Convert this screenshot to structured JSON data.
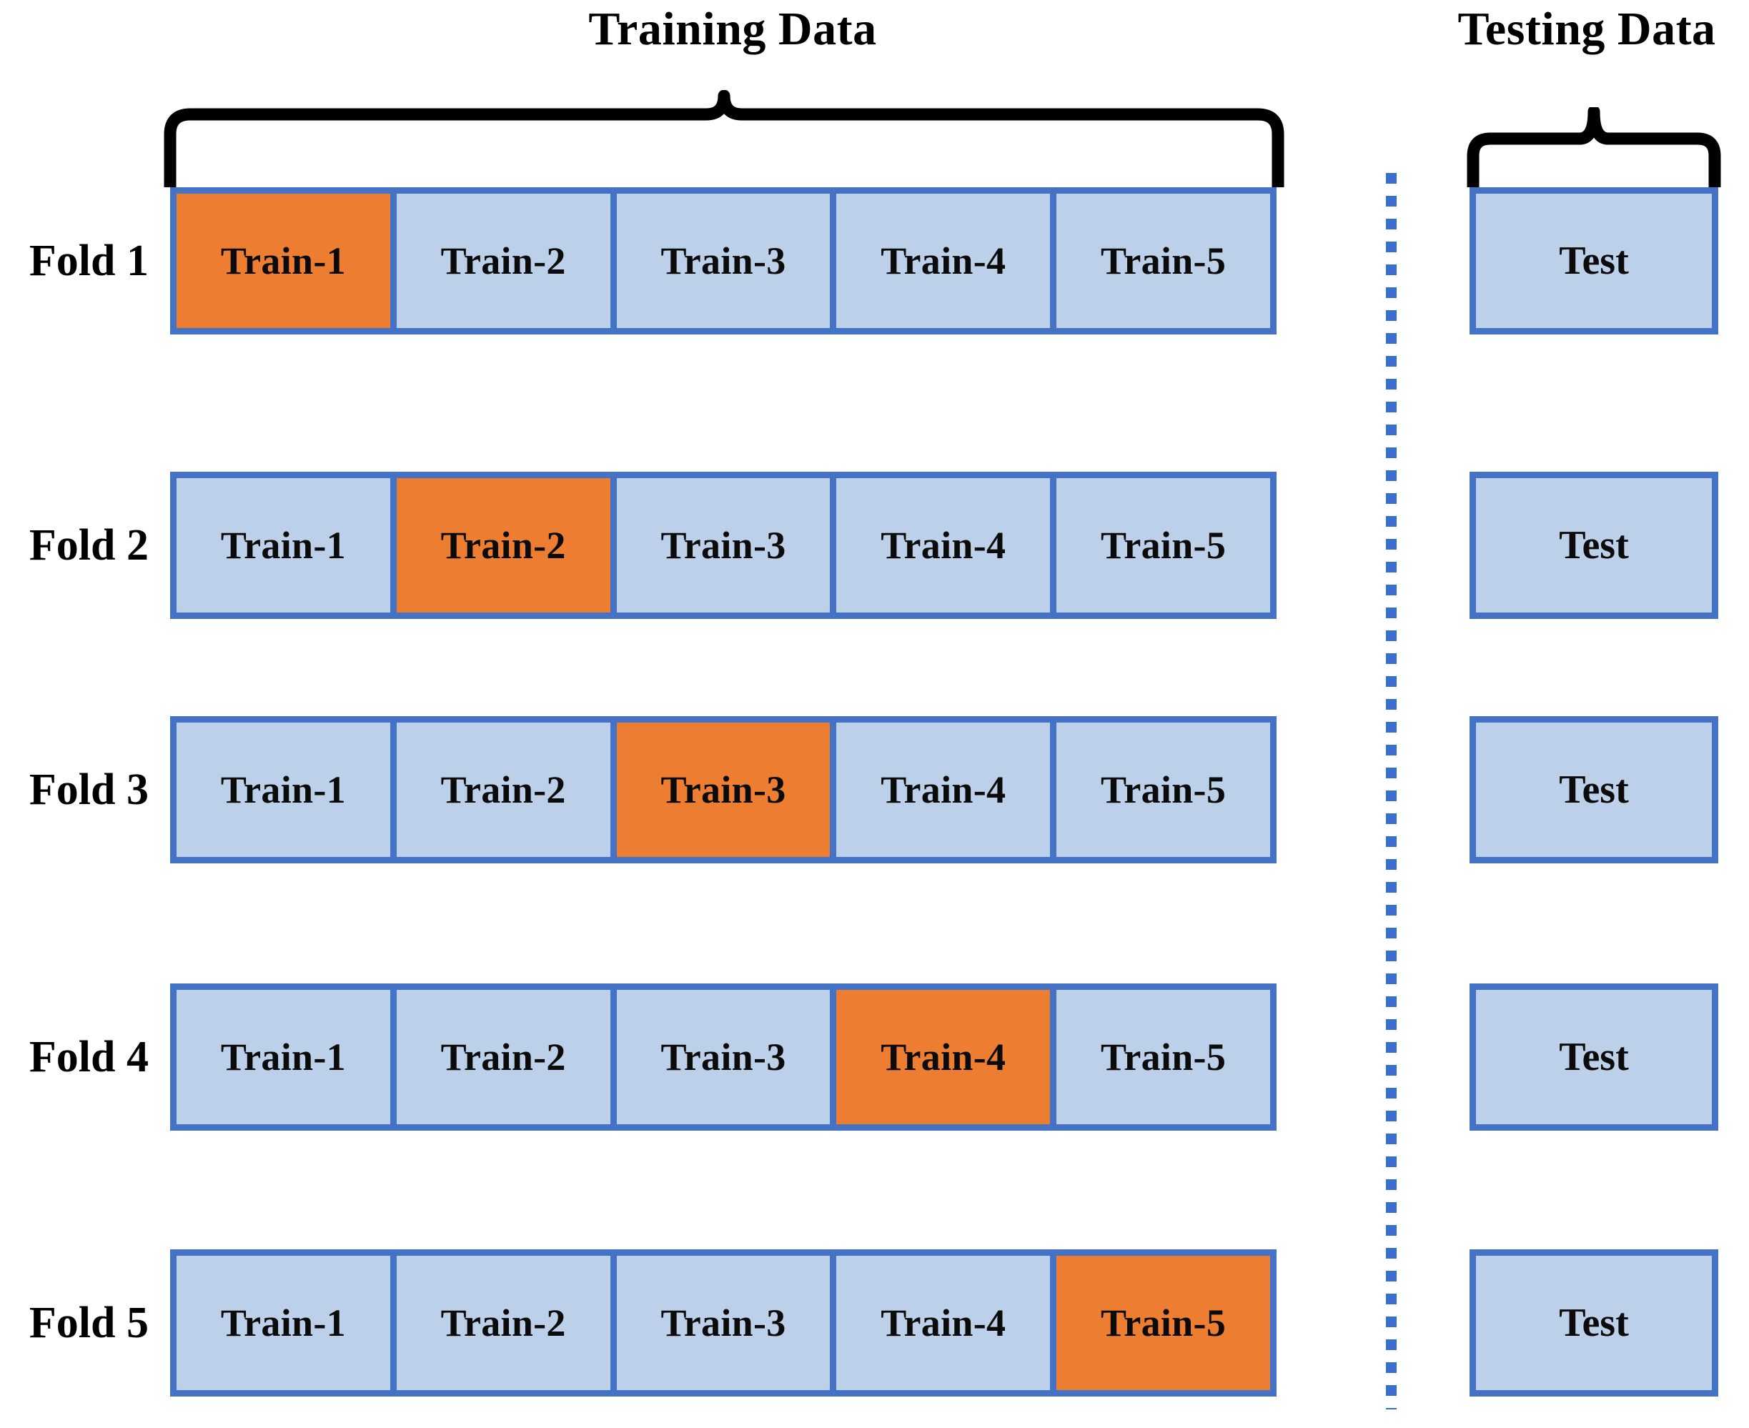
{
  "headings": {
    "training": "Training Data",
    "testing": "Testing Data"
  },
  "colors": {
    "highlight_fill": "#ED7D31",
    "cell_fill": "#BDD0EA",
    "cell_border": "#4472C4",
    "divider": "#3A6FD0",
    "text": "#000000",
    "background": "#FFFFFF"
  },
  "icons": {
    "training_brace": "curly-brace-icon",
    "testing_brace": "curly-brace-icon",
    "divider": "vertical-dotted-divider-icon"
  },
  "test_label": "Test",
  "folds": [
    {
      "label": "Fold 1",
      "cells": [
        {
          "label": "Train-1",
          "highlighted": true
        },
        {
          "label": "Train-2",
          "highlighted": false
        },
        {
          "label": "Train-3",
          "highlighted": false
        },
        {
          "label": "Train-4",
          "highlighted": false
        },
        {
          "label": "Train-5",
          "highlighted": false
        }
      ],
      "test": "Test"
    },
    {
      "label": "Fold 2",
      "cells": [
        {
          "label": "Train-1",
          "highlighted": false
        },
        {
          "label": "Train-2",
          "highlighted": true
        },
        {
          "label": "Train-3",
          "highlighted": false
        },
        {
          "label": "Train-4",
          "highlighted": false
        },
        {
          "label": "Train-5",
          "highlighted": false
        }
      ],
      "test": "Test"
    },
    {
      "label": "Fold 3",
      "cells": [
        {
          "label": "Train-1",
          "highlighted": false
        },
        {
          "label": "Train-2",
          "highlighted": false
        },
        {
          "label": "Train-3",
          "highlighted": true
        },
        {
          "label": "Train-4",
          "highlighted": false
        },
        {
          "label": "Train-5",
          "highlighted": false
        }
      ],
      "test": "Test"
    },
    {
      "label": "Fold 4",
      "cells": [
        {
          "label": "Train-1",
          "highlighted": false
        },
        {
          "label": "Train-2",
          "highlighted": false
        },
        {
          "label": "Train-3",
          "highlighted": false
        },
        {
          "label": "Train-4",
          "highlighted": true
        },
        {
          "label": "Train-5",
          "highlighted": false
        }
      ],
      "test": "Test"
    },
    {
      "label": "Fold 5",
      "cells": [
        {
          "label": "Train-1",
          "highlighted": false
        },
        {
          "label": "Train-2",
          "highlighted": false
        },
        {
          "label": "Train-3",
          "highlighted": false
        },
        {
          "label": "Train-4",
          "highlighted": false
        },
        {
          "label": "Train-5",
          "highlighted": true
        }
      ],
      "test": "Test"
    }
  ],
  "layout": {
    "row_tops": [
      262,
      660,
      1002,
      1376,
      1748
    ]
  }
}
